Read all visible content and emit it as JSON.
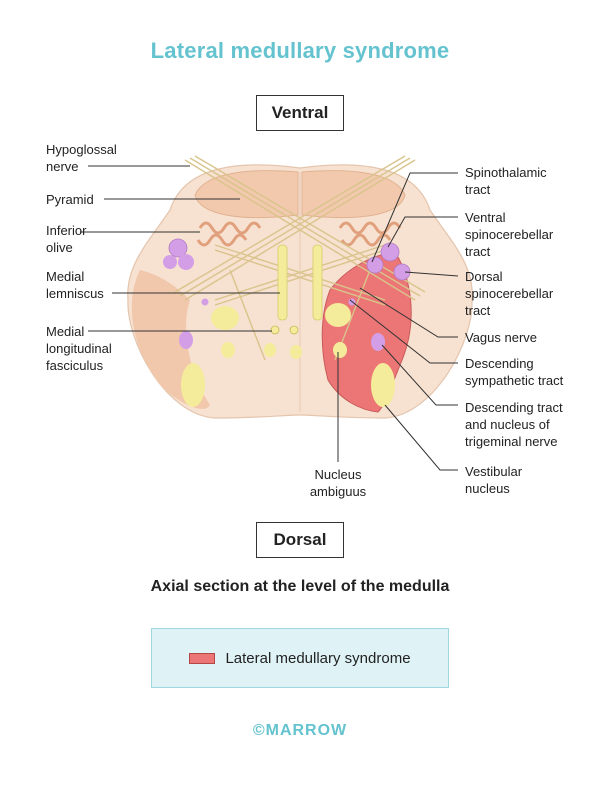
{
  "title": "Lateral medullary syndrome",
  "orientation": {
    "top": "Ventral",
    "bottom": "Dorsal"
  },
  "labels_left": [
    {
      "id": "hypoglossal",
      "lines": [
        "Hypoglossal",
        "nerve"
      ]
    },
    {
      "id": "pyramid",
      "lines": [
        "Pyramid"
      ]
    },
    {
      "id": "inferior-olive",
      "lines": [
        "Inferior",
        "olive"
      ]
    },
    {
      "id": "medial-lemniscus",
      "lines": [
        "Medial",
        "lemniscus"
      ]
    },
    {
      "id": "mlf",
      "lines": [
        "Medial",
        "longitudinal",
        "fasciculus"
      ]
    }
  ],
  "labels_right": [
    {
      "id": "spinothalamic",
      "lines": [
        "Spinothalamic",
        "tract"
      ]
    },
    {
      "id": "ventral-spinocerebellar",
      "lines": [
        "Ventral",
        "spinocerebellar",
        "tract"
      ]
    },
    {
      "id": "dorsal-spinocerebellar",
      "lines": [
        "Dorsal",
        "spinocerebellar",
        "tract"
      ]
    },
    {
      "id": "vagus",
      "lines": [
        "Vagus nerve"
      ]
    },
    {
      "id": "descending-sympathetic",
      "lines": [
        "Descending",
        "sympathetic tract"
      ]
    },
    {
      "id": "trigeminal",
      "lines": [
        "Descending tract",
        "and nucleus of",
        "trigeminal nerve"
      ]
    },
    {
      "id": "vestibular",
      "lines": [
        "Vestibular",
        "nucleus"
      ]
    }
  ],
  "labels_bottom": [
    {
      "id": "nucleus-ambiguus",
      "lines": [
        "Nucleus",
        "ambiguus"
      ]
    }
  ],
  "caption": "Axial section at the level of the medulla",
  "legend": {
    "label": "Lateral medullary syndrome",
    "color": "#ec7676"
  },
  "brand": "©MARROW",
  "colors": {
    "title": "#64c3cf",
    "tissue": "#f7e1d0",
    "pyramid": "#f2c9ad",
    "lesion": "#ec7676",
    "nucleus": "#f4ec9a",
    "tract_purple": "#d49ee6",
    "fibers": "#d9c48c"
  }
}
